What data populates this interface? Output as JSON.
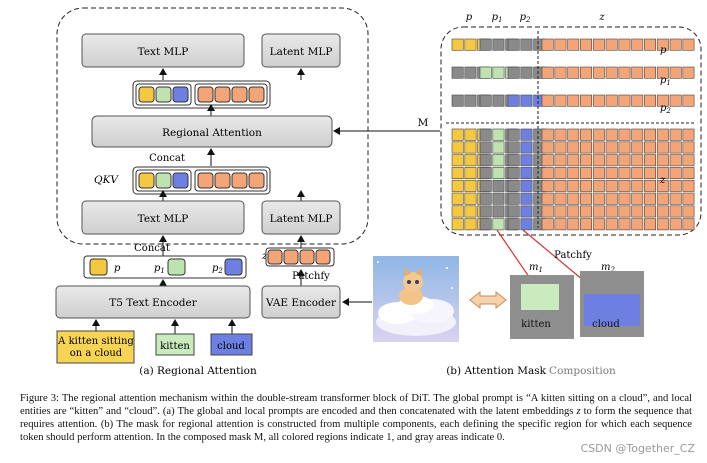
{
  "diagram": {
    "text_mlp_top": "Text MLP",
    "latent_mlp_top": "Latent MLP",
    "regional_attention": "Regional Attention",
    "concat_top": "Concat",
    "qkv": "QKV",
    "text_mlp_bottom": "Text MLP",
    "latent_mlp_bottom": "Latent MLP",
    "concat_bottom": "Concat",
    "t5_encoder": "T5 Text Encoder",
    "vae_encoder": "VAE Encoder",
    "patchfy_left": "Patchfy",
    "z_label": "z",
    "p_label": "p",
    "p1_label": "p",
    "p1_sub": "1",
    "p2_label": "p",
    "p2_sub": "2",
    "prompt_global": "A kitten sitting on a cloud",
    "prompt_kitten": "kitten",
    "prompt_cloud": "cloud",
    "subtitle_a": "(a) Regional Attention",
    "m_label": "M",
    "patchfy_right": "Patchfy",
    "m1_label": "m",
    "m1_sub": "1",
    "m2_label": "m",
    "m2_sub": "2",
    "m1_text": "kitten",
    "m2_text": "cloud",
    "subtitle_b_main": "(b) Attention Mask",
    "subtitle_b_extra": "Composition"
  },
  "matrix": {
    "col_headers": [
      {
        "label": "p",
        "sub": ""
      },
      {
        "label": "p",
        "sub": "1"
      },
      {
        "label": "p",
        "sub": "2"
      },
      {
        "label": "z",
        "sub": ""
      }
    ],
    "row_headers": [
      {
        "label": "p",
        "sub": ""
      },
      {
        "label": "p",
        "sub": "1"
      },
      {
        "label": "p",
        "sub": "2"
      },
      {
        "label": "z",
        "sub": ""
      }
    ],
    "colors": {
      "Y": "#f5c842",
      "G": "#bfe3b0",
      "B": "#6d7fe0",
      "O": "#f3a577",
      "X": "#8a8a8a"
    },
    "grid": [
      [
        "YYY",
        "XXX",
        "XXX",
        "OOOOOOOOOOOO"
      ],
      [
        "XXX",
        "GGG",
        "XXX",
        "OOOOOOOOOOOO"
      ],
      [
        "XXX",
        "XXX",
        "BBB",
        "OOOOOOOOOOOO"
      ],
      [
        "YYY",
        "XGX",
        "XBX",
        "OOOOOOOOOOOO"
      ],
      [
        "YYY",
        "XGX",
        "XBX",
        "OOOOOOOOOOOO"
      ],
      [
        "YYY",
        "XGX",
        "XBX",
        "OOOOOOOOOOOO"
      ],
      [
        "YYY",
        "XGX",
        "XBX",
        "OOOOOOOOOOOO"
      ],
      [
        "YYY",
        "XXX",
        "XBX",
        "OOOOOOOOOOOO"
      ],
      [
        "YYY",
        "XXX",
        "XBX",
        "OOOOOOOOOOOO"
      ],
      [
        "YYY",
        "XXX",
        "XBX",
        "OOOOOOOOOOOO"
      ],
      [
        "YYY",
        "XGX",
        "XBX",
        "OOOOOOOOOOOO"
      ]
    ]
  },
  "caption": {
    "line1": "Figure 3: The regional attention mechanism within the double-stream transformer block of DiT. The global prompt is “A kitten sitting on a cloud”, and local entities are “kitten” and “cloud”.",
    "line2": "(a) The global and local prompts are encoded and then concatenated with the latent embeddings",
    "line2_z": "z",
    "line3": "to form the sequence that requires attention. (b) The mask for regional attention is constructed from multiple components, each defining the specific region for which each sequence token should perform attention. In the composed mask M, all colored regions indicate 1, and gray areas indicate 0."
  },
  "watermark": "CSDN @Together_CZ"
}
